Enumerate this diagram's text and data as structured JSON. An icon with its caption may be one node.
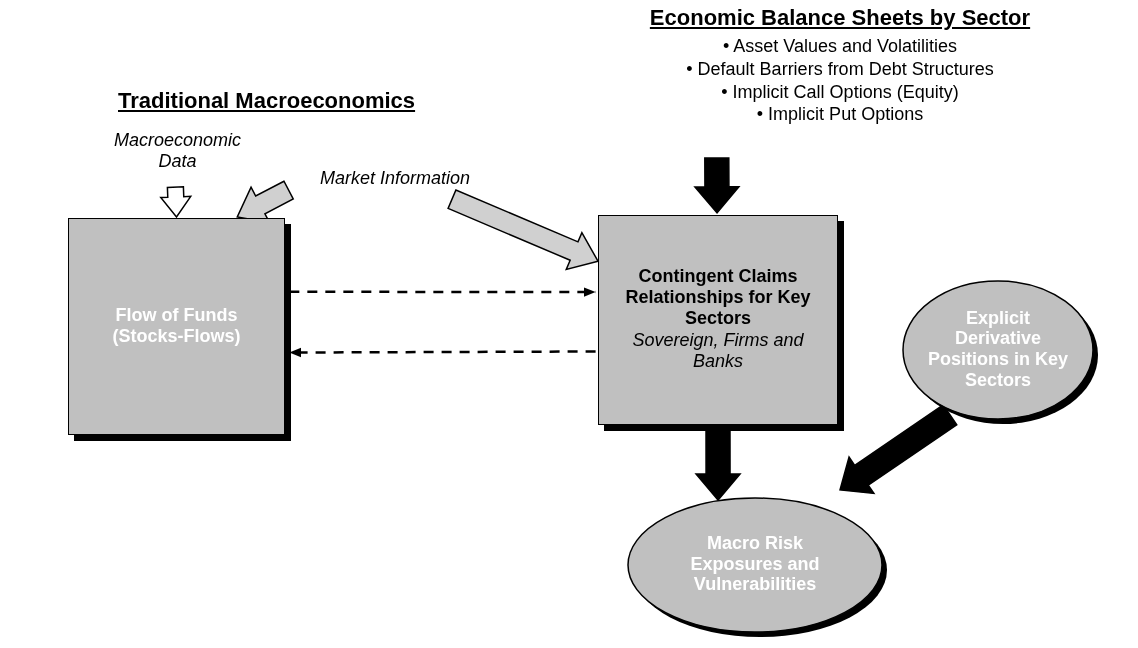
{
  "diagram": {
    "nodes": [
      {
        "text": [
          "Economic Balance Sheets by Sector",
          "• Asset Values and Volatilities",
          "• Default Barriers from Debt Structures",
          "• Implicit Call Options (Equity)",
          "• Implicit Put Options"
        ]
      },
      {
        "text": [
          "Macroeconomic Data"
        ]
      },
      {
        "text": [
          "Market Information"
        ]
      },
      {
        "text": [
          "Flow of Funds (Stocks-Flows)"
        ]
      },
      {
        "text": [
          "Contingent Claims Relationships for Key Sectors",
          "Sovereign, Firms and Banks"
        ]
      },
      {
        "text": [
          "Explicit Derivative Positions in Key Sectors"
        ]
      },
      {
        "text": [
          "Macro Risk Exposures and Vulnerabilities"
        ]
      }
    ],
    "edges": [
      {
        "from": 0,
        "to": 4,
        "arrow": "to",
        "style": "thick"
      },
      {
        "from": 1,
        "to": 3,
        "arrow": "to",
        "style": "thick",
        "color": "#ffffff"
      },
      {
        "from": 2,
        "to": 3,
        "arrow": "to",
        "style": "thick",
        "color": "#d0d0d0"
      },
      {
        "from": 2,
        "to": 4,
        "arrow": "to",
        "style": "thick",
        "color": "#d0d0d0"
      },
      {
        "from": 3,
        "to": 4,
        "arrow": "to",
        "style": "dashed"
      },
      {
        "from": 4,
        "to": 3,
        "arrow": "to",
        "style": "dashed"
      },
      {
        "from": 4,
        "to": 6,
        "arrow": "to",
        "style": "thick"
      },
      {
        "from": 5,
        "to": 6,
        "arrow": "to",
        "style": "thick"
      }
    ],
    "labels": [
      "Traditional Macroeconomics"
    ]
  }
}
